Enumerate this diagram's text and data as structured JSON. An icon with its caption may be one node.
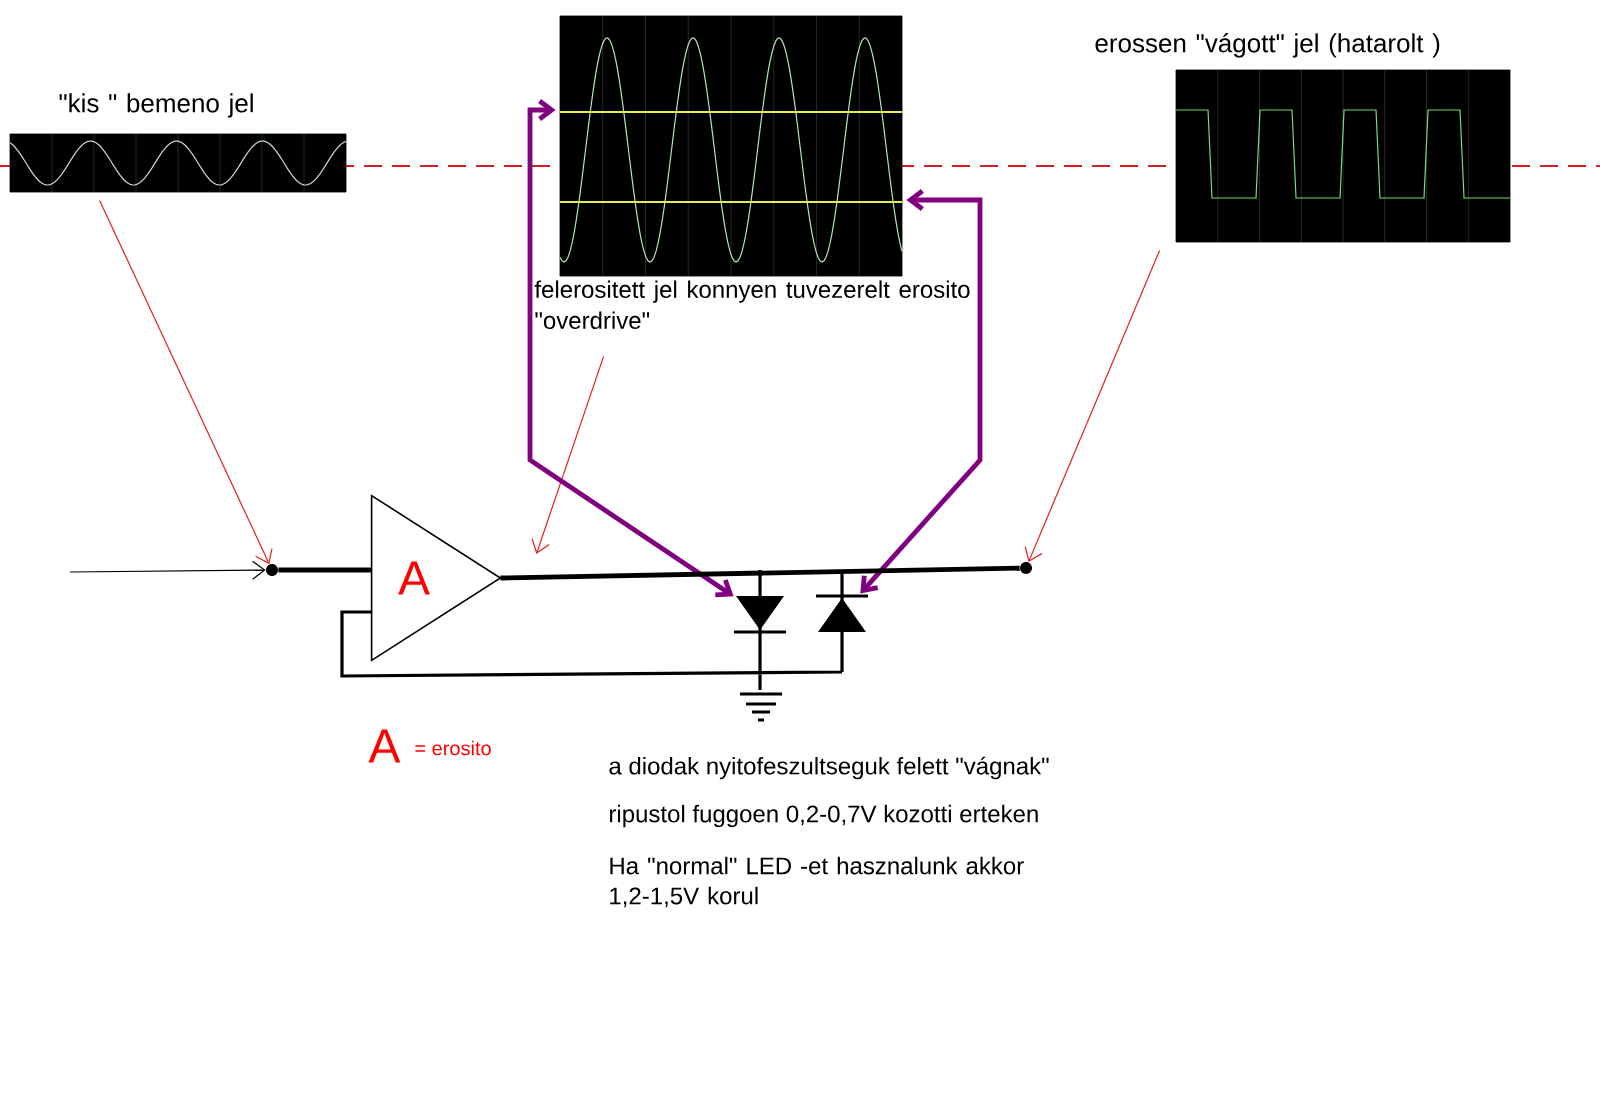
{
  "diagram": {
    "nodes": [
      {
        "text": [
          "\"kis \" bemeno jel"
        ]
      },
      {
        "text": [
          "felerositett jel konnyen tuvezerelt erosito \"overdrive\""
        ]
      },
      {
        "text": [
          "erossen \"vágott\" jel  (hatarolt )"
        ]
      },
      {
        "text": [],
        "shape": "circle"
      },
      {
        "text": [
          "A"
        ]
      },
      {
        "text": [],
        "shape": "diode"
      },
      {
        "text": [],
        "shape": "diode"
      },
      {
        "text": [],
        "shape": "circle"
      }
    ],
    "edges": [
      {
        "from": null,
        "to": 3,
        "arrow": "to",
        "color": "#000000"
      },
      {
        "from": 0,
        "to": 3,
        "arrow": "to",
        "color": "#e02020"
      },
      {
        "from": 1,
        "to": 4,
        "arrow": "to",
        "color": "#e02020"
      },
      {
        "from": 2,
        "to": 7,
        "arrow": "to",
        "color": "#e02020"
      },
      {
        "from": 5,
        "to": 1,
        "arrow": "both",
        "color": "#800080",
        "style": "thick"
      },
      {
        "from": 6,
        "to": 1,
        "arrow": "both",
        "color": "#800080",
        "style": "thick"
      },
      {
        "from": 3,
        "to": 4,
        "arrow": "none",
        "color": "#000000",
        "style": "thick"
      },
      {
        "from": 4,
        "to": 7,
        "arrow": "none",
        "color": "#000000",
        "style": "thick"
      }
    ],
    "labels": [
      "A",
      "= erosito",
      "a diodak nyitofeszultseguk felett \"vágnak\"",
      "ripustol fuggoen 0,2-0,7V kozotti erteken",
      "Ha \"normal\" LED -et hasznalunk akkor 1,2-1,5V korul"
    ]
  }
}
